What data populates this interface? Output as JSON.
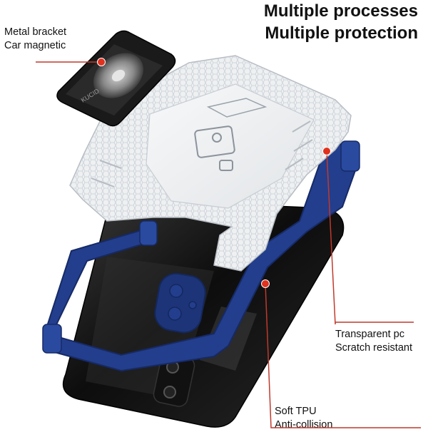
{
  "headline": {
    "line1": "Multiple processes",
    "line2": "Multiple protection"
  },
  "callouts": {
    "bracket": {
      "line1": "Metal bracket",
      "line2": "Car magnetic"
    },
    "pc": {
      "line1": "Transparent pc",
      "line2": "Scratch resistant"
    },
    "tpu": {
      "line1": "Soft TPU",
      "line2": "Anti-collision"
    }
  },
  "bracket_text": "KUCID",
  "colors": {
    "accent_dot": "#e0321e",
    "bumper": "#233e8c",
    "phone": "#151515",
    "pc_shell": "#eef0f2",
    "line": "#c0392b"
  }
}
